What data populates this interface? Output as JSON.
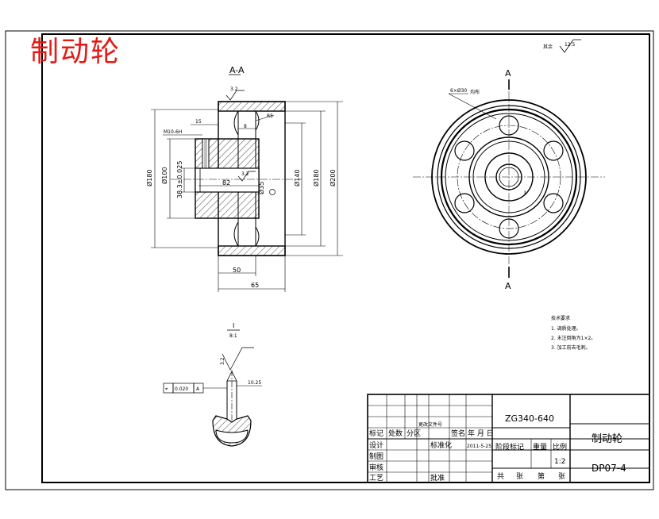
{
  "overlay_title": "制动轮",
  "section_label": "A-A",
  "roughness_note": "其余",
  "roughness_default": "12.5",
  "section_mark": "A",
  "detail_label": "I",
  "detail_scale": "8:1",
  "detail_mark": "I",
  "holes_label": "6×Ø30",
  "holes_suffix": "均布",
  "dims": {
    "m10": "M10-6H",
    "d15": "15",
    "d8": "8",
    "r5": "R5",
    "ra32a": "3.2",
    "ra32b": "3.2",
    "d180a": "Ø180",
    "d100": "Ø100",
    "d383": "38.3±0.025",
    "d82": "82",
    "d35": "Ø35",
    "d140": "Ø140",
    "d180b": "Ø180",
    "d200": "Ø200",
    "d50": "50",
    "d65": "65",
    "ra32c": "3.2",
    "tol_value": "0.020",
    "tol_datum": "A",
    "chamfer": "10.25"
  },
  "tech_req": {
    "title": "技术要求",
    "items": [
      "1. 调质处理。",
      "2. 未注倒角为1×2。",
      "3. 加工前去毛刺。"
    ]
  },
  "title_block": {
    "material": "ZG340-640",
    "part_name": "制动轮",
    "drawing_no": "DP07-4",
    "scale_label": "比例",
    "weight_label": "重量",
    "stage_label": "阶段标记",
    "scale_value": "1:2",
    "sheet_total": "共",
    "sheet_unit1": "张",
    "sheet_of": "第",
    "sheet_unit2": "张",
    "mark_label": "标记",
    "count_label": "处数",
    "zone_label": "分区",
    "change_doc_label": "更改文件号",
    "sign_label": "签名",
    "date_label": "年 月 日",
    "design_label": "设计",
    "standardize_label": "标准化",
    "date_value": "2011-5-25",
    "draw_label": "制图",
    "check_label": "审核",
    "craft_label": "工艺",
    "approve_label": "批准"
  }
}
